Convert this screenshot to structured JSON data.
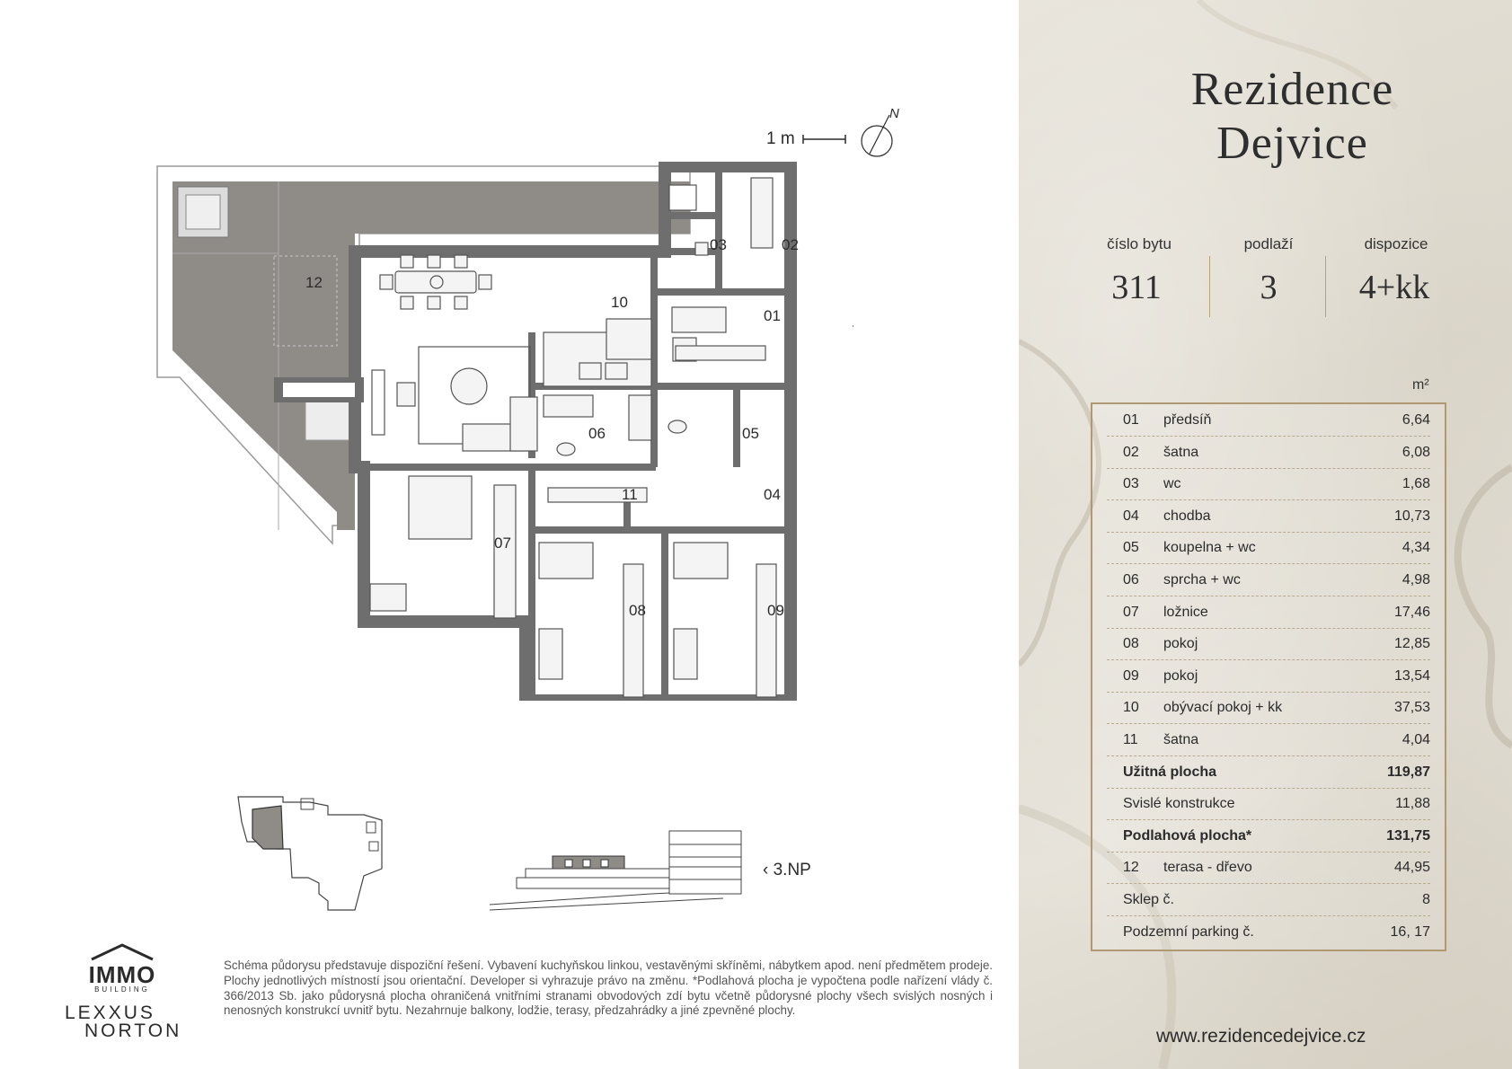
{
  "brand": {
    "title_line1": "Rezidence",
    "title_line2": "Dejvice"
  },
  "info": {
    "labels": [
      "číslo bytu",
      "podlaží",
      "dispozice"
    ],
    "values": [
      "311",
      "3",
      "4+kk"
    ]
  },
  "unit_label": "m²",
  "rooms_table": [
    {
      "no": "01",
      "name": "předsíň",
      "area": "6,64"
    },
    {
      "no": "02",
      "name": "šatna",
      "area": "6,08"
    },
    {
      "no": "03",
      "name": "wc",
      "area": "1,68"
    },
    {
      "no": "04",
      "name": "chodba",
      "area": "10,73"
    },
    {
      "no": "05",
      "name": "koupelna + wc",
      "area": "4,34"
    },
    {
      "no": "06",
      "name": "sprcha + wc",
      "area": "4,98"
    },
    {
      "no": "07",
      "name": "ložnice",
      "area": "17,46"
    },
    {
      "no": "08",
      "name": "pokoj",
      "area": "12,85"
    },
    {
      "no": "09",
      "name": "pokoj",
      "area": "13,54"
    },
    {
      "no": "10",
      "name": "obývací pokoj + kk",
      "area": "37,53"
    },
    {
      "no": "11",
      "name": "šatna",
      "area": "4,04"
    }
  ],
  "summary": {
    "usable_label": "Užitná plocha",
    "usable_value": "119,87",
    "walls_label": "Svislé konstrukce",
    "walls_value": "11,88",
    "floor_label": "Podlahová plocha*",
    "floor_value": "131,75",
    "terrace_no": "12",
    "terrace_label": "terasa - dřevo",
    "terrace_value": "44,95",
    "cellar_label": "Sklep č.",
    "cellar_value": "8",
    "parking_label": "Podzemní parking č.",
    "parking_value": "16, 17"
  },
  "website": "www.rezidencedejvice.cz",
  "scale": {
    "label": "1 m",
    "north": "N"
  },
  "plan_labels": [
    "01",
    "02",
    "03",
    "04",
    "05",
    "06",
    "07",
    "08",
    "09",
    "10",
    "11",
    "12"
  ],
  "floor_indicator": "3.NP",
  "disclaimer": "Schéma půdorysu představuje dispoziční řešení. Vybavení kuchyňskou linkou, vestavěnými skříněmi, nábytkem apod. není předmětem prodeje. Plochy jednotlivých místností jsou orientační. Developer si vyhrazuje právo na změnu. *Podlahová plocha je vypočtena podle nařízení vlády č. 366/2013 Sb. jako půdorysná plocha ohraničená vnitřními stranami obvodových zdí bytu včetně půdorysné plochy všech svislých nosných i nenosných konstrukcí uvnitř bytu. Nezahrnuje balkony, lodžie, terasy, předzahrádky a jiné zpevněné plochy.",
  "logos": {
    "immo_main": "IMMO",
    "immo_sub": "BUILDING",
    "lex1": "LEXXUS",
    "lex2": "NORTON"
  },
  "colors": {
    "wall": "#6e6e6e",
    "terrace": "#8f8c88",
    "accent": "#b09872",
    "marble": "#dedacf"
  }
}
